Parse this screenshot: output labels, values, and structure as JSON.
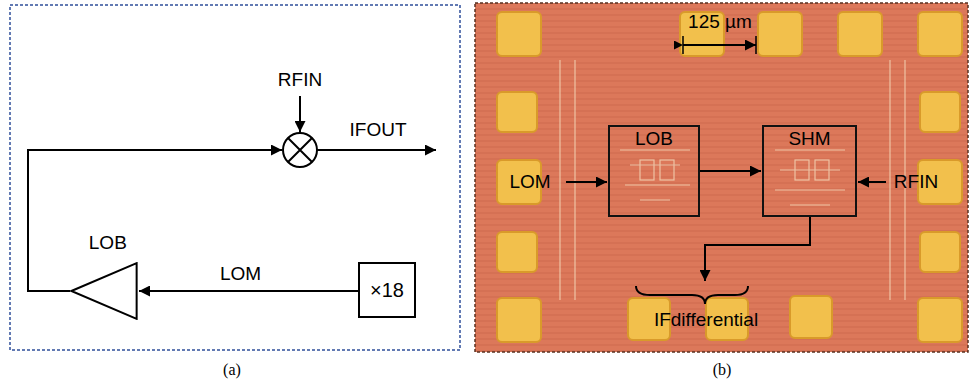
{
  "diagram": {
    "nodes": [
      {
        "text": [
          "LOB"
        ]
      },
      {
        "text": [
          "×18"
        ]
      },
      {
        "text": [
          "LOB"
        ]
      },
      {
        "text": [
          "SHM"
        ]
      }
    ],
    "edges": [
      {
        "from": 1,
        "to": 0,
        "arrow": "to",
        "label": "LOM"
      },
      {
        "from": 2,
        "to": 3,
        "arrow": "to"
      }
    ],
    "labels": [
      "RFIN",
      "IFOUT",
      "(a)",
      "125 µm",
      "LOM",
      "RFIN",
      "IFdifferential",
      "(b)"
    ]
  }
}
